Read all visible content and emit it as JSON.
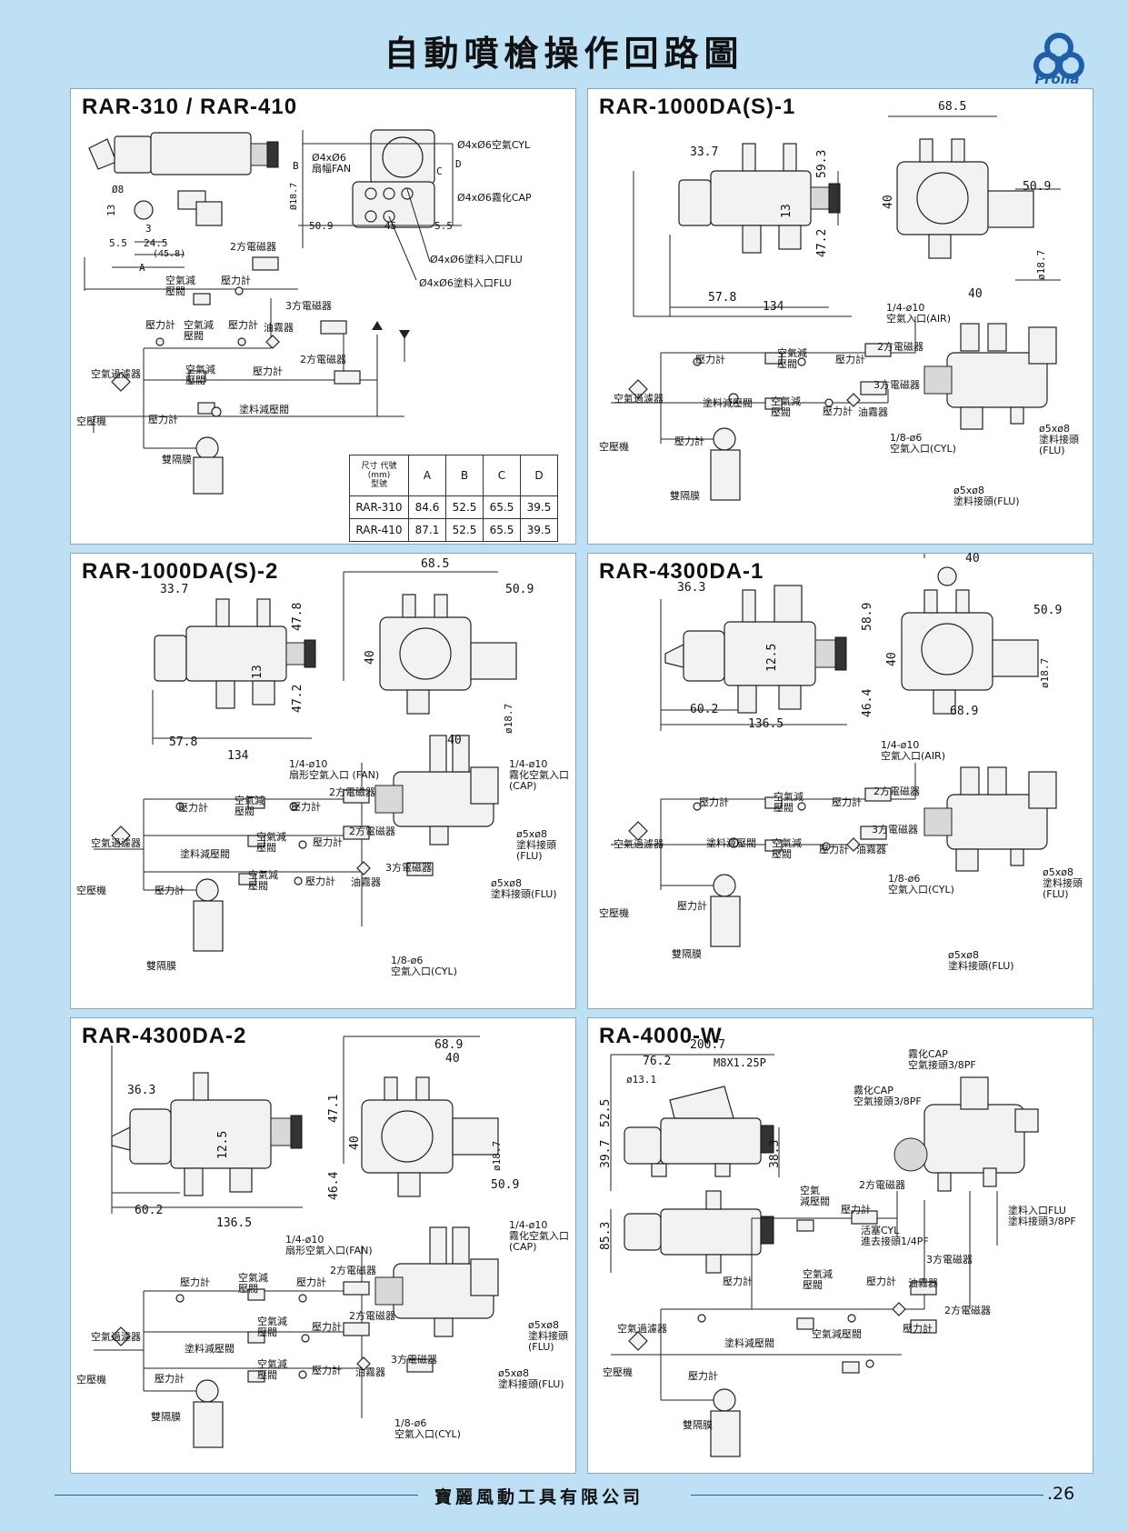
{
  "page_title": "自動噴槍操作回路圖",
  "brand": "Prona",
  "footer": {
    "company": "寶麗風動工具有限公司",
    "page": ".26"
  },
  "panels": [
    {
      "title": "RAR-310 / RAR-410",
      "labels": {
        "fan": "Ø4xØ6\n扇幅FAN",
        "cyl": "Ø4xØ6空氣CYL",
        "cap": "Ø4xØ6霧化CAP",
        "flu_in1": "Ø4xØ6塗料入口FLU",
        "flu_in2": "Ø4xØ6塗料入口FLU",
        "sol2a": "2方電磁器",
        "reg1": "空氣減\n壓閥",
        "gauge1": "壓力計",
        "sol3": "3方電磁器",
        "gauge2": "壓力計",
        "reg2": "空氣減\n壓閥",
        "gauge3": "壓力計",
        "lubricator": "油霧器",
        "sol2b": "2方電磁器",
        "filter": "空氣過濾器",
        "reg3": "空氣減\n壓閥",
        "gauge4": "壓力計",
        "fluid_reg": "塗料減壓閥",
        "compressor": "空壓機",
        "gauge5": "壓力計",
        "diaphragm": "雙隔膜"
      },
      "dims": {
        "d1": "Ø8",
        "d2": "13",
        "d3": "3",
        "d4": "24.5",
        "d5": "5.5",
        "d6": "(45.8)",
        "d7": "A",
        "d8": "50.9",
        "d9": "45",
        "d10": "5.5",
        "d11": "Ø18.7",
        "d12": "B",
        "d13": "C",
        "d14": "D"
      },
      "table": {
        "corner_top": "尺寸",
        "corner_unit": "(mm)",
        "corner_code": "代號",
        "corner_model": "型號",
        "headers": [
          "A",
          "B",
          "C",
          "D"
        ],
        "rows": [
          {
            "model": "RAR-310",
            "values": [
              "84.6",
              "52.5",
              "65.5",
              "39.5"
            ]
          },
          {
            "model": "RAR-410",
            "values": [
              "87.1",
              "52.5",
              "65.5",
              "39.5"
            ]
          }
        ]
      }
    },
    {
      "title": "RAR-1000DA(S)-1",
      "dims": {
        "w1": "68.5",
        "w2": "33.7",
        "h1": "59.3",
        "h2": "13",
        "h3": "47.2",
        "h4": "40",
        "w3": "50.9",
        "w4": "57.8",
        "w5": "134",
        "w6": "40",
        "d1": "ø18.7"
      },
      "labels": {
        "air_in": "1/4-ø10\n空氣入口(AIR)",
        "gauge1": "壓力計",
        "reg1": "空氣減\n壓閥",
        "gauge2": "壓力計",
        "sol2": "2方電磁器",
        "sol3": "3方電磁器",
        "filter": "空氣過濾器",
        "fluid_reg": "塗料減壓閥",
        "reg2": "空氣減\n壓閥",
        "gauge3": "壓力計",
        "lubricator": "油霧器",
        "cyl_in": "1/8-ø6\n空氣入口(CYL)",
        "flu_joint": "ø5xø8\n塗料接頭\n(FLU)",
        "compressor": "空壓機",
        "gauge4": "壓力計",
        "diaphragm": "雙隔膜",
        "flu_joint2": "ø5xø8\n塗料接頭(FLU)"
      }
    },
    {
      "title": "RAR-1000DA(S)-2",
      "dims": {
        "w1": "68.5",
        "w2": "33.7",
        "h1": "47.8",
        "w3": "50.9",
        "h2": "13",
        "h3": "47.2",
        "h4": "40",
        "d1": "ø18.7",
        "w4": "57.8",
        "w5": "134",
        "w6": "40"
      },
      "labels": {
        "fan_in": "1/4-ø10\n扇形空氣入口 (FAN)",
        "cap_in": "1/4-ø10\n霧化空氣入口\n(CAP)",
        "gauge1": "壓力計",
        "reg1": "空氣減\n壓閥",
        "gauge2": "壓力計",
        "sol2a": "2方電磁器",
        "filter": "空氣過濾器",
        "reg2": "空氣減\n壓閥",
        "gauge3": "壓力計",
        "sol2b": "2方電磁器",
        "flu_joint": "ø5xø8\n塗料接頭\n(FLU)",
        "fluid_reg": "塗料減壓閥",
        "sol3": "3方電磁器",
        "reg3": "空氣減\n壓閥",
        "gauge4": "壓力計",
        "lubricator": "油霧器",
        "compressor": "空壓機",
        "gauge5": "壓力計",
        "flu_joint2": "ø5xø8\n塗料接頭(FLU)",
        "diaphragm": "雙隔膜",
        "cyl_in": "1/8-ø6\n空氣入口(CYL)"
      }
    },
    {
      "title": "RAR-4300DA-1",
      "dims": {
        "w1": "36.3",
        "w2": "40",
        "h1": "58.9",
        "w3": "50.9",
        "h2": "12.5",
        "h3": "46.4",
        "h4": "40",
        "d1": "ø18.7",
        "w4": "60.2",
        "w5": "136.5",
        "w6": "68.9"
      },
      "labels": {
        "air_in": "1/4-ø10\n空氣入口(AIR)",
        "gauge1": "壓力計",
        "reg1": "空氣減\n壓閥",
        "gauge2": "壓力計",
        "sol2": "2方電磁器",
        "sol3": "3方電磁器",
        "filter": "空氣過濾器",
        "fluid_reg": "塗料減壓閥",
        "reg2": "空氣減\n壓閥",
        "gauge3": "壓力計",
        "lubricator": "油霧器",
        "cyl_in": "1/8-ø6\n空氣入口(CYL)",
        "flu_joint": "ø5xø8\n塗料接頭\n(FLU)",
        "compressor": "空壓機",
        "gauge4": "壓力計",
        "diaphragm": "雙隔膜",
        "flu_joint2": "ø5xø8\n塗料接頭(FLU)"
      }
    },
    {
      "title": "RAR-4300DA-2",
      "dims": {
        "w1": "68.9",
        "w2": "40",
        "w3": "36.3",
        "h1": "47.1",
        "h2": "12.5",
        "h3": "46.4",
        "h4": "40",
        "d1": "ø18.7",
        "w4": "50.9",
        "w5": "60.2",
        "w6": "136.5"
      },
      "labels": {
        "fan_in": "1/4-ø10\n扇形空氣入口(FAN)",
        "cap_in": "1/4-ø10\n霧化空氣入口\n(CAP)",
        "gauge1": "壓力計",
        "reg1": "空氣減\n壓閥",
        "gauge2": "壓力計",
        "sol2a": "2方電磁器",
        "reg2": "空氣減\n壓閥",
        "gauge3": "壓力計",
        "sol2b": "2方電磁器",
        "filter": "空氣過濾器",
        "fluid_reg": "塗料減壓閥",
        "flu_joint": "ø5xø8\n塗料接頭\n(FLU)",
        "sol3": "3方電磁器",
        "reg3": "空氣減\n壓閥",
        "gauge4": "壓力計",
        "lubricator": "油霧器",
        "compressor": "空壓機",
        "gauge5": "壓力計",
        "flu_joint2": "ø5xø8\n塗料接頭(FLU)",
        "diaphragm": "雙隔膜",
        "cyl_in": "1/8-ø6\n空氣入口(CYL)"
      }
    },
    {
      "title": "RA-4000-W",
      "dims": {
        "w1": "200.7",
        "w2": "76.2",
        "w3": "M8X1.25P",
        "d1": "ø13.1",
        "h1": "52.5",
        "h2": "39.7",
        "h3": "38.3",
        "h4": "85.3"
      },
      "labels": {
        "cap1": "霧化CAP\n空氣接頭3/8PF",
        "cap2": "霧化CAP\n空氣接頭3/8PF",
        "sol2a": "2方電磁器",
        "reg1": "空氣\n減壓閥",
        "gauge1": "壓力計",
        "piston": "活塞CYL\n進去接頭1/4PF",
        "flu_in": "塗料入口FLU\n塗料接頭3/8PF",
        "sol3": "3方電磁器",
        "gauge2": "壓力計",
        "reg2": "空氣減\n壓閥",
        "gauge3": "壓力計",
        "lubricator": "油霧器",
        "sol2b": "2方電磁器",
        "filter": "空氣過濾器",
        "reg3": "空氣減壓閥",
        "gauge4": "壓力計",
        "fluid_reg": "塗料減壓閥",
        "compressor": "空壓機",
        "gauge5": "壓力計",
        "diaphragm": "雙隔膜"
      }
    }
  ]
}
